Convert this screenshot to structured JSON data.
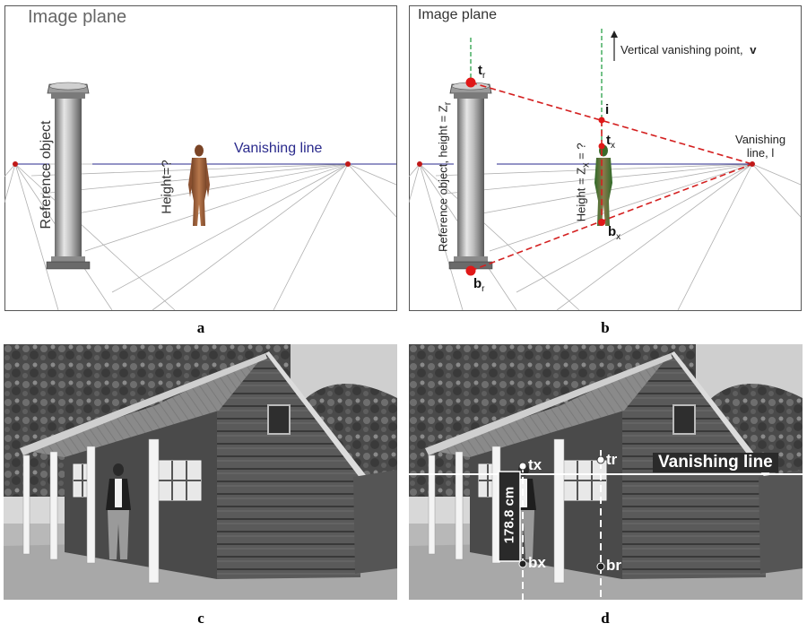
{
  "panel_a": {
    "title": "Image plane",
    "vanishing_line_label": "Vanishing line",
    "reference_label": "Reference object",
    "height_label": "Height=?",
    "caption": "a"
  },
  "panel_b": {
    "title": "Image plane",
    "vertical_vp_label": "Vertical vanishing point,",
    "vertical_vp_symbol": "v",
    "vanishing_line_label_1": "Vanishing",
    "vanishing_line_label_2": "line, l",
    "reference_label": "Reference object, height = Z",
    "reference_sub": "r",
    "height_label": "Height = Z",
    "height_sub": "x",
    "height_suffix": " = ?",
    "tr_main": "t",
    "tr_sub": "r",
    "br_main": "b",
    "br_sub": "r",
    "tx_main": "t",
    "tx_sub": "x",
    "bx_main": "b",
    "bx_sub": "x",
    "i_label": "i",
    "caption": "b"
  },
  "panel_c": {
    "caption": "c"
  },
  "panel_d": {
    "tx_label": "tx",
    "tr_label": "tr",
    "bx_label": "bx",
    "br_label": "br",
    "vanishing_line_label": "Vanishing line",
    "measurement_label": "178.8 cm",
    "caption": "d"
  },
  "colors": {
    "vanishing_line": "#2a2a8c",
    "construction_red": "#d42020",
    "vertical_green": "#2aa048",
    "point_red": "#e01818"
  }
}
